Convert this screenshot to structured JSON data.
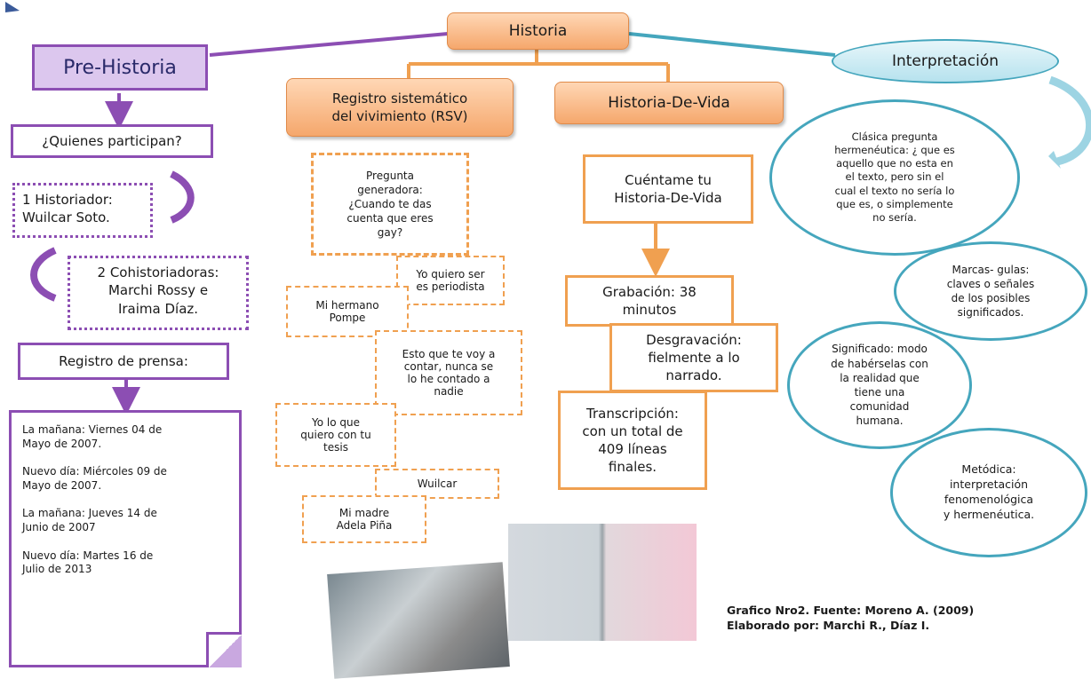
{
  "root": "Historia",
  "prehistoria": {
    "title": "Pre-Historia",
    "quienes": "¿Quienes participan?",
    "historiador": [
      "1 Historiador:",
      "Wuilcar Soto."
    ],
    "cohistoriadoras": [
      "2 Cohistoriadoras:",
      "Marchi Rossy e",
      "Iraima Díaz."
    ],
    "registro": "Registro de prensa:",
    "prensa": [
      [
        "La mañana: Viernes 04 de",
        "Mayo de 2007."
      ],
      [
        "Nuevo día: Miércoles 09 de",
        "Mayo de 2007."
      ],
      [
        "La mañana: Jueves 14 de",
        "Junio de 2007"
      ],
      [
        "Nuevo día: Martes 16 de",
        "Julio de 2013"
      ]
    ]
  },
  "rsv": {
    "title": [
      "Registro sistemático",
      "del vivimiento (RSV)"
    ],
    "pregunta": [
      "Pregunta",
      "generadora:",
      "¿Cuando te das",
      "cuenta que eres",
      "gay?"
    ],
    "quotes": {
      "periodista": [
        "Yo quiero ser",
        "es periodista"
      ],
      "hermano": [
        "Mi hermano",
        "Pompe"
      ],
      "contar": [
        "Esto que te voy a",
        "contar, nunca se",
        "lo he contado a",
        "nadie"
      ],
      "tesis": [
        "Yo lo que",
        "quiero con tu",
        "tesis"
      ],
      "wuilcar": "Wuilcar",
      "madre": [
        "Mi madre",
        "Adela Piña"
      ]
    }
  },
  "historia_vida": {
    "title": "Historia-De-Vida",
    "cuentame": [
      "Cuéntame tu",
      "Historia-De-Vida"
    ],
    "grabacion": [
      "Grabación: 38",
      "minutos"
    ],
    "desgravacion": [
      "Desgravación:",
      "fielmente a lo",
      "narrado."
    ],
    "transcripcion": [
      "Transcripción:",
      "con un total de",
      "409 líneas",
      "finales."
    ]
  },
  "interpretacion": {
    "title": "Interpretación",
    "hermeneutica": [
      "Clásica pregunta",
      "hermenéutica: ¿ que es",
      "aquello que no esta en",
      "el texto, pero sin el",
      "cual el texto no sería lo",
      "que es, o simplemente",
      "no sería."
    ],
    "marcas": [
      "Marcas- gulas:",
      "claves o señales",
      "de los posibles",
      "significados."
    ],
    "significado": [
      "Significado: modo",
      "de habérselas con",
      "la realidad que",
      "tiene una",
      "comunidad",
      "humana."
    ],
    "metodica": [
      "Metódica:",
      "interpretación",
      "fenomenológica",
      "y hermenéutica."
    ]
  },
  "caption": [
    "Grafico Nro2. Fuente: Moreno A. (2009)",
    "Elaborado por: Marchi R., Díaz I."
  ],
  "colors": {
    "orange": "#f0a050",
    "purple": "#8c4eb3",
    "teal": "#45a6bd",
    "arrow_blue": "#3b5b9a"
  }
}
